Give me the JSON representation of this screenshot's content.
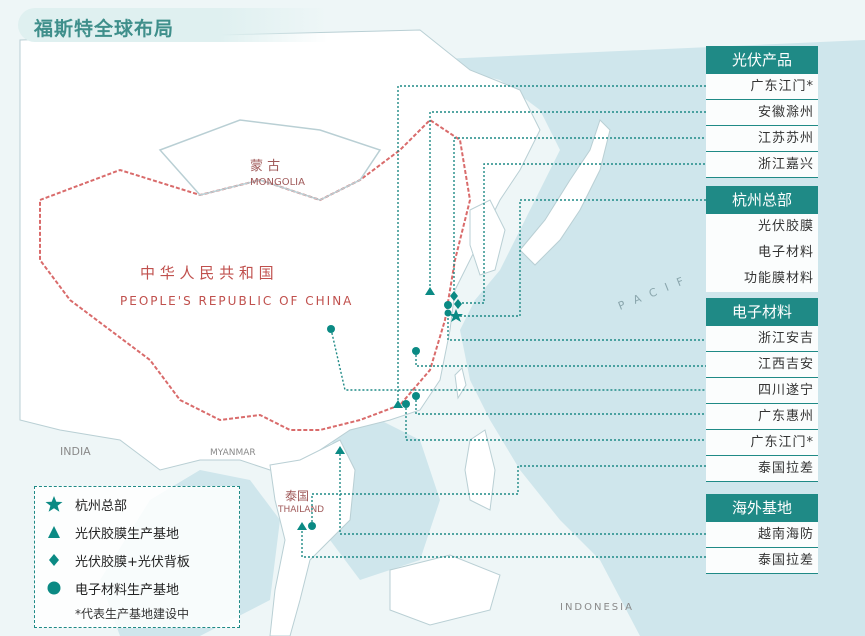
{
  "title": "福斯特全球布局",
  "colors": {
    "accent": "#1f8a86",
    "marker": "#0b8a84",
    "border": "#d96b6b",
    "land": "#ffffff",
    "sea": "#cfe6ec"
  },
  "map_labels": {
    "china_cn": "中 华 人 民 共 和 国",
    "china_en": "PEOPLE'S REPUBLIC OF CHINA",
    "mongolia_cn": "蒙 古",
    "mongolia_en": "MONGOLIA",
    "thailand_cn": "泰国",
    "thailand_en": "THAILAND",
    "india": "INDIA",
    "myanmar": "MYANMAR",
    "indonesia": "INDONESIA",
    "pacific": "P A C I F"
  },
  "panel": {
    "pv": {
      "title": "光伏产品",
      "items": [
        "广东江门*",
        "安徽滁州",
        "江苏苏州",
        "浙江嘉兴"
      ]
    },
    "hq": {
      "title": "杭州总部",
      "items": [
        "光伏胶膜",
        "电子材料",
        "功能膜材料"
      ]
    },
    "em": {
      "title": "电子材料",
      "items": [
        "浙江安吉",
        "江西吉安",
        "四川遂宁",
        "广东惠州",
        "广东江门*",
        "泰国拉差"
      ]
    },
    "overseas": {
      "title": "海外基地",
      "items": [
        "越南海防",
        "泰国拉差"
      ]
    }
  },
  "legend": {
    "items": [
      {
        "icon": "star-icon",
        "label": "杭州总部"
      },
      {
        "icon": "triangle-icon",
        "label": "光伏胶膜生产基地"
      },
      {
        "icon": "diamond-icon",
        "label": "光伏胶膜+光伏背板"
      },
      {
        "icon": "circle-icon",
        "label": "电子材料生产基地"
      }
    ],
    "note": "*代表生产基地建设中"
  }
}
